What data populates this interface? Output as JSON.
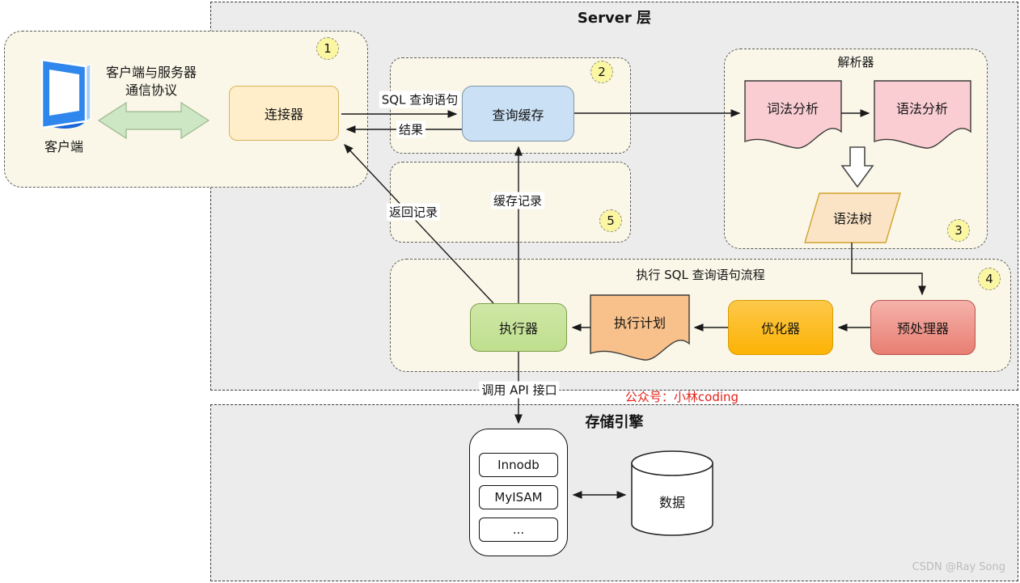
{
  "diagram": {
    "server_layer_title": "Server 层",
    "storage_layer_title": "存储引擎",
    "client_box": {
      "badge": "1",
      "client_label": "客户端",
      "protocol_line1": "客户端与服务器",
      "protocol_line2": "通信协议",
      "connector": "连接器"
    },
    "query_cache_box": {
      "badge": "2",
      "node": "查询缓存"
    },
    "cache_record_box": {
      "badge": "5",
      "label": "缓存记录"
    },
    "parser_box": {
      "badge": "3",
      "title": "解析器",
      "lexical": "词法分析",
      "syntax": "语法分析",
      "syntax_tree": "语法树"
    },
    "exec_box": {
      "badge": "4",
      "title": "执行 SQL 查询语句流程",
      "executor": "执行器",
      "exec_plan": "执行计划",
      "optimizer": "优化器",
      "preprocessor": "预处理器"
    },
    "edges": {
      "sql_query": "SQL 查询语句",
      "result": "结果",
      "return_records": "返回记录",
      "call_api": "调用 API 接口"
    },
    "storage": {
      "engines": [
        "Innodb",
        "MyISAM",
        "..."
      ],
      "data": "数据"
    },
    "wechat_note": "公众号：小林coding",
    "watermark": "CSDN @Ray Song"
  },
  "colors": {
    "container-bg": "#ececec",
    "panel-bg": "#faf7e8",
    "connector-fill": "#ffeec9",
    "connector-border": "#d8b45a",
    "cache-fill": "#c9e0f5",
    "cache-border": "#8298ab",
    "doc-pink": "#f9cdd1",
    "doc-border": "#3a3a3a",
    "tree-fill": "#fbe4c6",
    "tree-border": "#d2a22c",
    "executor-top": "#cfe7a6",
    "executor-bottom": "#bfdf8e",
    "executor-border": "#7f9f4c",
    "plan-fill": "#f8c08a",
    "optimizer-top": "#fdc84a",
    "optimizer-bottom": "#fcb305",
    "optimizer-border": "#d79b00",
    "preprocessor-top": "#f5b2aa",
    "preprocessor-bottom": "#e87e72",
    "preprocessor-border": "#b85450",
    "badge-bg": "#fbf6a2",
    "arrow-green": "#cde6c3",
    "arrow-green-border": "#9ab88e",
    "red-note": "#e32119",
    "watermark": "#bcbcbc"
  }
}
